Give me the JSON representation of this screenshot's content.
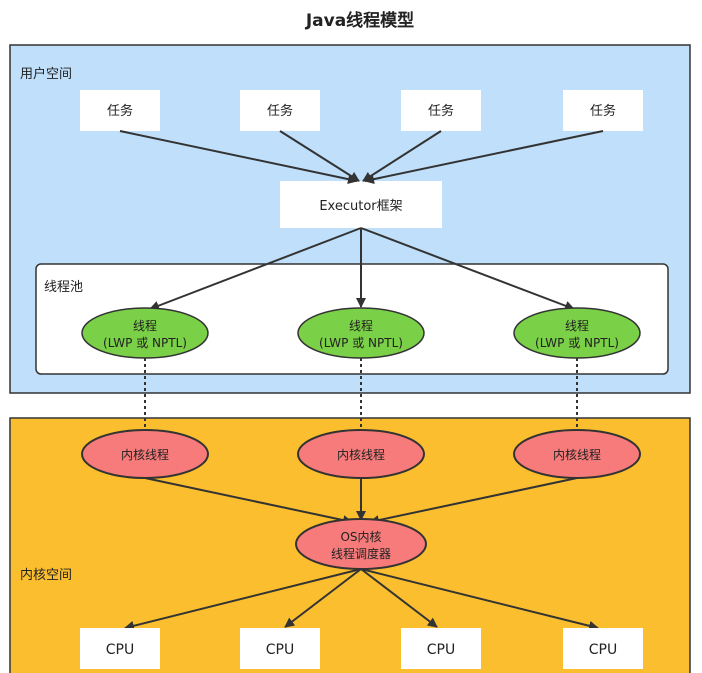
{
  "title": "Java线程模型",
  "colors": {
    "user_space_fill": "#bfdffa",
    "kernel_space_fill": "#fabe2e",
    "thread_fill": "#7ad046",
    "kernel_thread_fill": "#f77b7b",
    "border": "#333333"
  },
  "user_space": {
    "label": "用户空间",
    "tasks": [
      {
        "label": "任务"
      },
      {
        "label": "任务"
      },
      {
        "label": "任务"
      },
      {
        "label": "任务"
      }
    ],
    "executor_label": "Executor框架",
    "thread_pool": {
      "label": "线程池",
      "threads": [
        {
          "line1": "线程",
          "line2": "(LWP 或 NPTL)"
        },
        {
          "line1": "线程",
          "line2": "(LWP 或 NPTL)"
        },
        {
          "line1": "线程",
          "line2": "(LWP 或 NPTL)"
        }
      ]
    }
  },
  "kernel_space": {
    "label": "内核空间",
    "kernel_threads": [
      {
        "label": "内核线程"
      },
      {
        "label": "内核线程"
      },
      {
        "label": "内核线程"
      }
    ],
    "scheduler": {
      "line1": "OS内核",
      "line2": "线程调度器"
    },
    "cpus": [
      {
        "label": "CPU"
      },
      {
        "label": "CPU"
      },
      {
        "label": "CPU"
      },
      {
        "label": "CPU"
      }
    ]
  }
}
